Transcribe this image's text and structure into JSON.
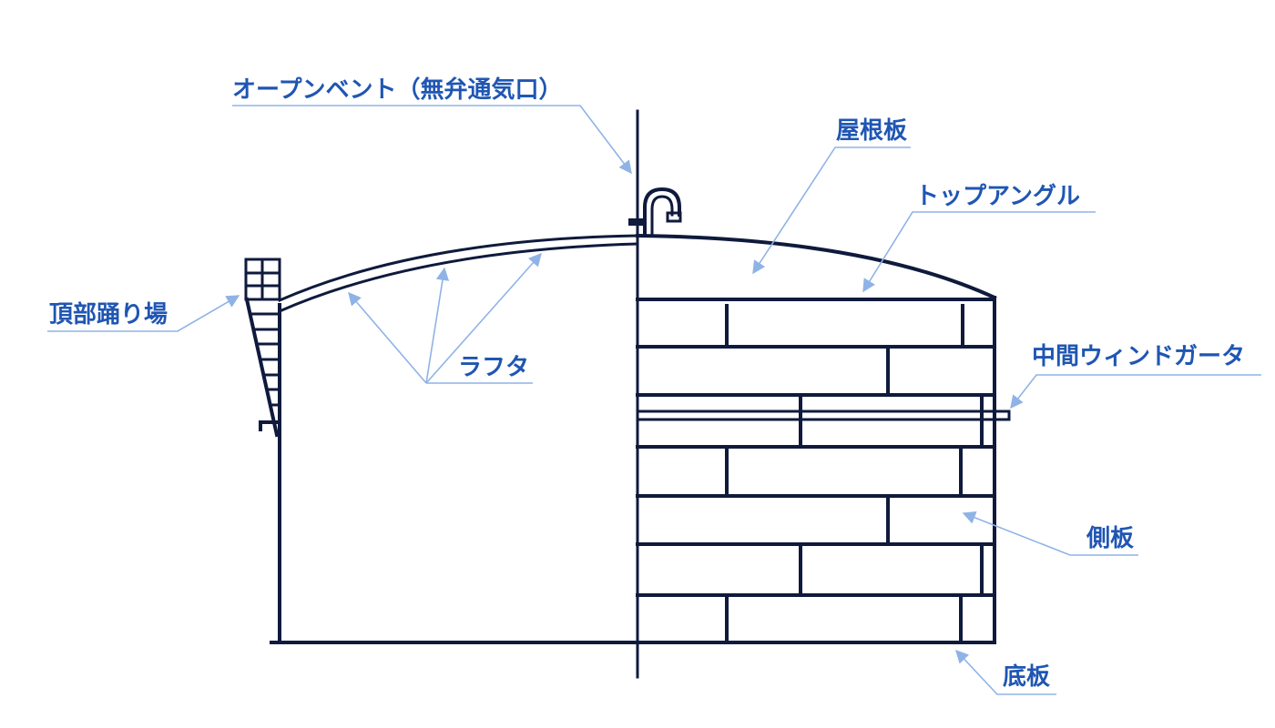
{
  "colors": {
    "structure": "#0f1a3c",
    "label": "#1f56b3",
    "leader": "#8fb3e6",
    "background": "#ffffff"
  },
  "labels": {
    "open_vent": "オープンベント（無弁通気口）",
    "roof_plate": "屋根板",
    "top_angle": "トップアングル",
    "top_platform": "頂部踊り場",
    "rafter": "ラフタ",
    "intermediate_wind_girder": "中間ウィンドガータ",
    "shell_plate": "側板",
    "bottom_plate": "底板"
  }
}
